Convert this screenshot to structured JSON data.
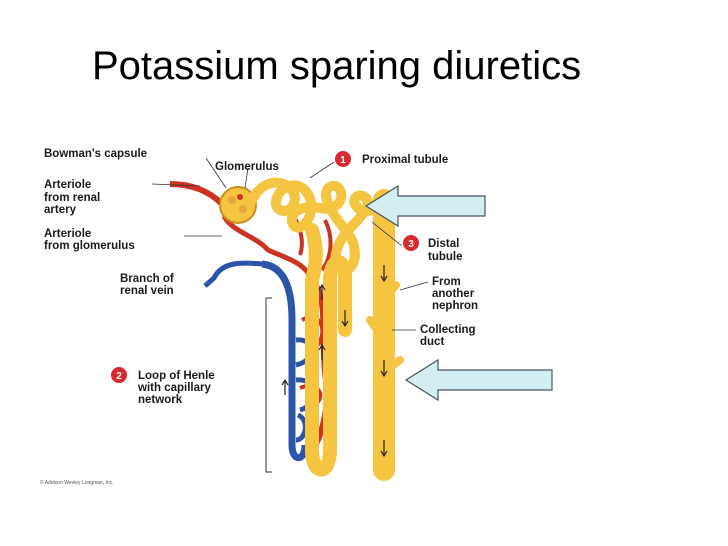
{
  "slide": {
    "title": "Potassium sparing diuretics"
  },
  "figure": {
    "labels": {
      "bowmans_capsule": "Bowman's capsule",
      "glomerulus": "Glomerulus",
      "arteriole_renal": [
        "Arteriole",
        "from renal",
        "artery"
      ],
      "arteriole_glomerulus": [
        "Arteriole",
        "from glomerulus"
      ],
      "branch_vein": [
        "Branch of",
        "renal vein"
      ],
      "proximal_tubule": "Proximal tubule",
      "distal_tubule": [
        "Distal",
        "tubule"
      ],
      "from_nephron": [
        "From",
        "another",
        "nephron"
      ],
      "collecting_duct": [
        "Collecting",
        "duct"
      ],
      "loop_henle": [
        "Loop of Henle",
        "with capillary",
        "network"
      ]
    },
    "numbers": {
      "one": "1",
      "two": "2",
      "three": "3"
    },
    "copyright": "© Addison Wesley Longman, Inc."
  },
  "colors": {
    "tubule": "#f5c542",
    "artery": "#cc3322",
    "vein": "#2b55a8",
    "arrow_fill": "#d2eef0",
    "arrow_stroke": "#456"
  }
}
